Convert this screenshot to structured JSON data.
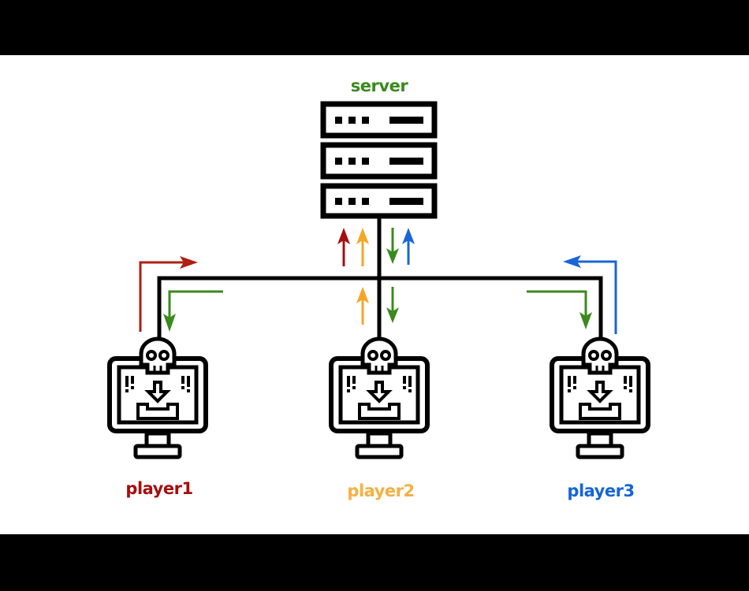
{
  "diagram": {
    "server": {
      "label": "server",
      "icon": "server-rack-icon",
      "color": "#3a8a1e"
    },
    "players": [
      {
        "label": "player1",
        "icon": "infected-computer-icon",
        "color": "#a50f0f"
      },
      {
        "label": "player2",
        "icon": "infected-computer-icon",
        "color": "#f5a623"
      },
      {
        "label": "player3",
        "icon": "infected-computer-icon",
        "color": "#1565d8"
      }
    ],
    "flows": [
      {
        "from": "player1",
        "to": "server",
        "color": "#b01e14"
      },
      {
        "from": "player2",
        "to": "server",
        "color": "#f5a623"
      },
      {
        "from": "player3",
        "to": "server",
        "color": "#1a66d6"
      },
      {
        "from": "server",
        "to": "all players",
        "color": "#3a8a1e"
      }
    ],
    "arrow_colors": {
      "red": "#b01e14",
      "orange": "#f5a623",
      "green": "#3a8a1e",
      "blue": "#1a66d6"
    }
  }
}
